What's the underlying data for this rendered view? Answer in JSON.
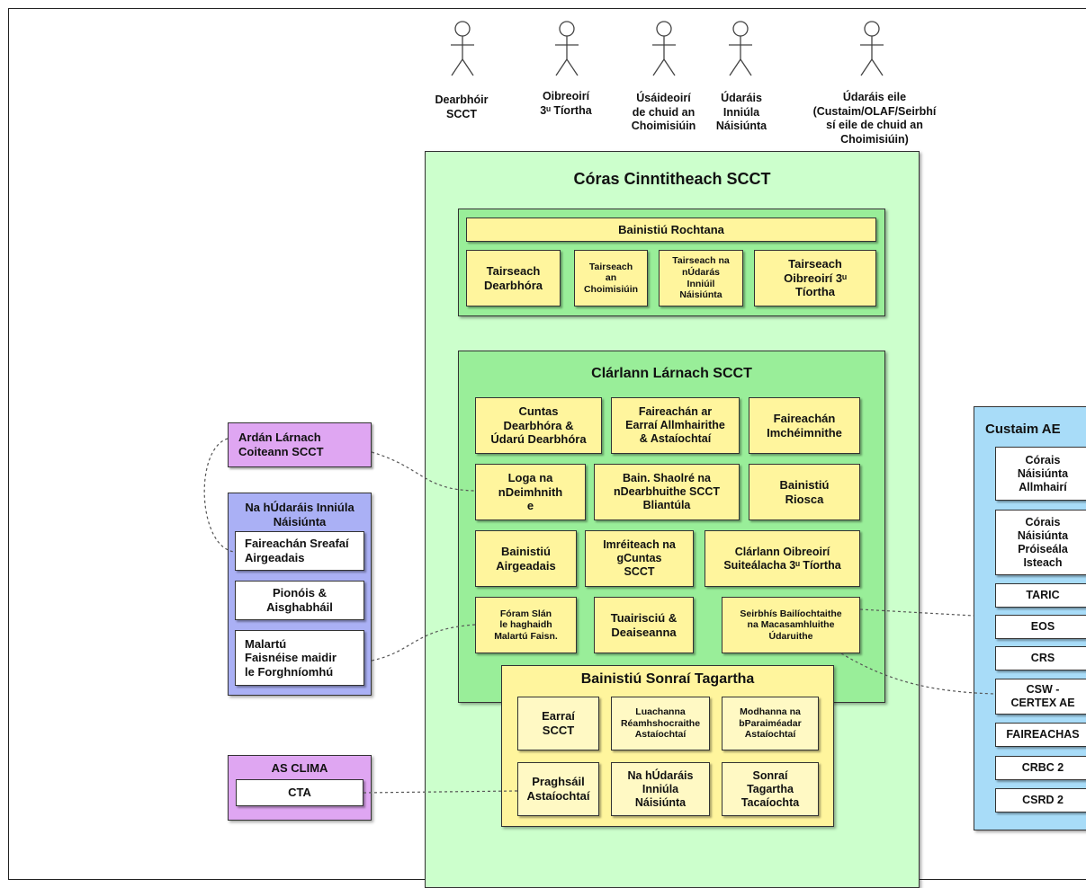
{
  "actors": [
    {
      "label": "Dearbhóir\nSCCT"
    },
    {
      "label": "Oibreoirí\n3ᵘ Tíortha"
    },
    {
      "label": "Úsáideoirí\nde chuid an\nChoimisiúin"
    },
    {
      "label": "Údaráis\nInniúla\nNáisiúnta"
    },
    {
      "label": "Údaráis eile\n(Custaim/OLAF/Seirbhí\nsí eile de chuid an\nChoimisiúin)"
    }
  ],
  "system": {
    "title": "Córas Cinntitheach SCCT",
    "access": {
      "header": "Bainistiú Rochtana",
      "portals": [
        "Tairseach\nDearbhóra",
        "Tairseach\nan\nChoimisiúin",
        "Tairseach na\nnÚdarás\nInniúil\nNáisiúnta",
        "Tairseach\nOibreoirí 3ᵘ\nTíortha"
      ]
    },
    "registry": {
      "title": "Clárlann Lárnach SCCT",
      "modules": [
        "Cuntas\nDearbhóra &\nÚdarú Dearbhóra",
        "Faireachán ar\nEarraí Allmhairithe\n& Astaíochtaí",
        "Faireachán\nImchéimnithe",
        "Loga na\nnDeimhnith\ne",
        "Bain. Shaolré na\nnDearbhuithe SCCT\nBliantúla",
        "Bainistiú\nRiosca",
        "Bainistiú\nAirgeadais",
        "Imréiteach na\ngCuntas\nSCCT",
        "Clárlann Oibreoirí\nSuiteálacha 3ᵘ Tíortha",
        "Fóram Slán\nle haghaidh\nMalartú Faisn.",
        "Tuairisciú &\nDeaiseanna",
        "Seirbhís Bailíochtaithe\nna Macasamhluithe\nÚdaruithe"
      ],
      "reference": {
        "title": "Bainistiú Sonraí Tagartha",
        "items": [
          "Earraí\nSCCT",
          "Luachanna\nRéamhshocraithe\nAstaíochtaí",
          "Modhanna na\nbParaiméadar\nAstaíochtaí",
          "Praghsáil\nAstaíochtaí",
          "Na hÚdaráis\nInniúla\nNáisiúnta",
          "Sonraí\nTagartha\nTacaíochta"
        ]
      }
    }
  },
  "platform": {
    "label": "Ardán Lárnach\nCoiteann SCCT"
  },
  "nca": {
    "title": "Na hÚdaráis Inniúla\nNáisiúnta",
    "items": [
      "Faireachán Sreafaí\nAirgeadais",
      "Pionóis &\nAisghabháil",
      "Malartú\nFaisnéise maidir\nle Forghníomhú"
    ]
  },
  "clima": {
    "title": "AS CLIMA",
    "item": "CTA"
  },
  "customs": {
    "title": "Custaim AE",
    "items": [
      "Córais\nNáisiúnta\nAllmhairí",
      "Córais\nNáisiúnta\nPróiseála\nIsteach",
      "TARIC",
      "EOS",
      "CRS",
      "CSW -\nCERTEX AE",
      "FAIREACHAS",
      "CRBC 2",
      "CSRD 2"
    ]
  },
  "colors": {
    "system_bg": "#ccffcc",
    "inner_green": "#99ee99",
    "module_yellow": "#fff59d",
    "reference_panel": "#fff59d",
    "reference_item": "#fff9c4",
    "purple": "#dfa6f2",
    "blue": "#aab0f5",
    "customs_blue": "#a8dcf8"
  }
}
